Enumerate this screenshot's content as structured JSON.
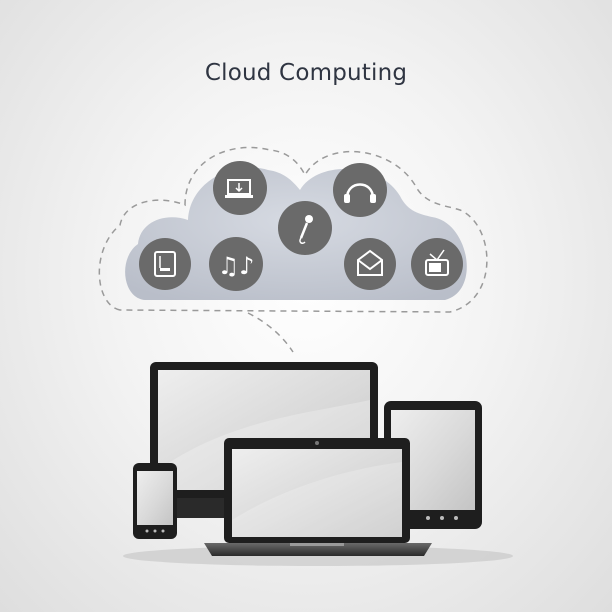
{
  "title": "Cloud Computing",
  "colors": {
    "cloud_fill": "#c3c8d2",
    "icon_circle": "#6a6a6a",
    "device_frame": "#1e1e1e",
    "screen": "#dcdcdc",
    "dash": "#9a9a9a"
  },
  "cloud_icons": [
    {
      "name": "ebook-reader-icon"
    },
    {
      "name": "music-notes-icon"
    },
    {
      "name": "laptop-download-icon"
    },
    {
      "name": "microphone-icon"
    },
    {
      "name": "headphones-icon"
    },
    {
      "name": "email-icon"
    },
    {
      "name": "television-icon"
    }
  ],
  "devices": [
    {
      "name": "desktop-monitor"
    },
    {
      "name": "tablet"
    },
    {
      "name": "laptop"
    },
    {
      "name": "smartphone"
    }
  ]
}
